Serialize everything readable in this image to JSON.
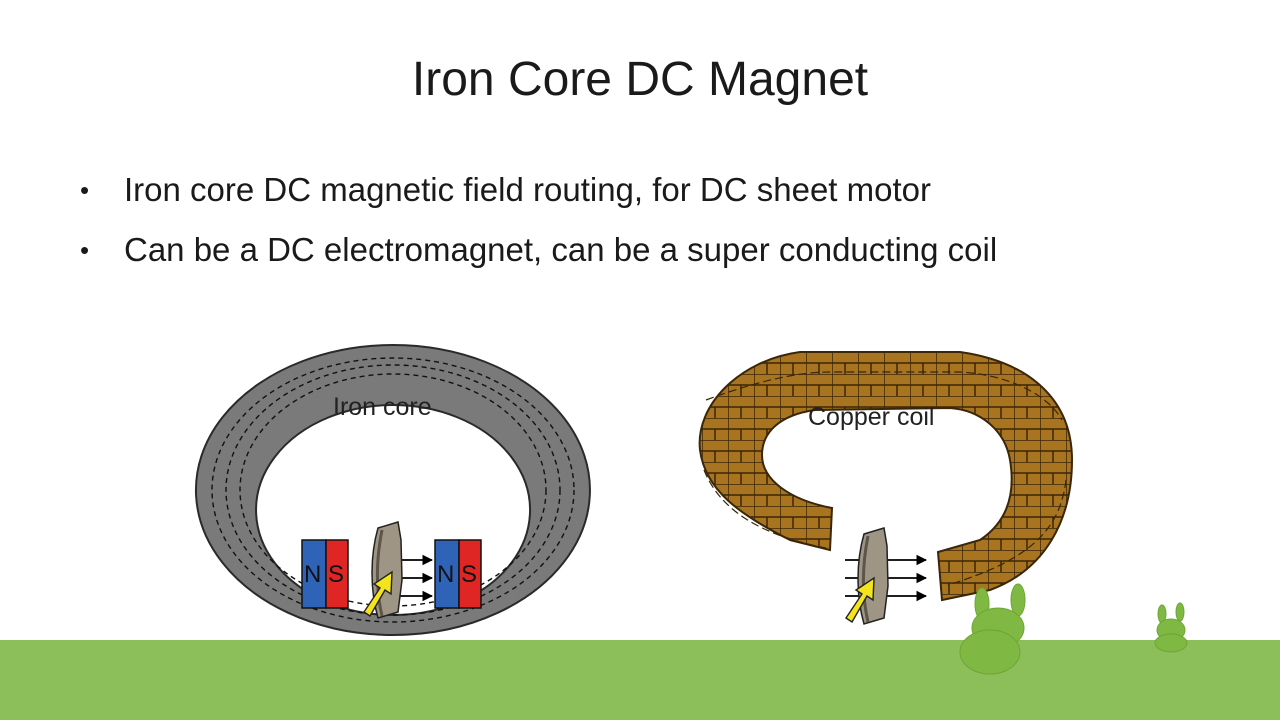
{
  "slide": {
    "title": "Iron Core DC Magnet",
    "bullets": [
      "Iron core DC magnetic field routing, for DC sheet motor",
      "Can be a DC electromagnet, can be a super conducting coil"
    ],
    "bullet_symbol": "•"
  },
  "left_diagram": {
    "label": "Iron core",
    "magnet_left": {
      "n": "N",
      "s": "S"
    },
    "magnet_right": {
      "n": "N",
      "s": "S"
    }
  },
  "right_diagram": {
    "label": "Copper coil"
  },
  "colors": {
    "background": "#ffffff",
    "ground": "#8cbf5a",
    "iron": "#7a7a7a",
    "copper": "#a8741f",
    "north": "#2f63b8",
    "south": "#e02525",
    "arrow_yellow": "#f4e41e",
    "bunny": "#7fb843"
  }
}
